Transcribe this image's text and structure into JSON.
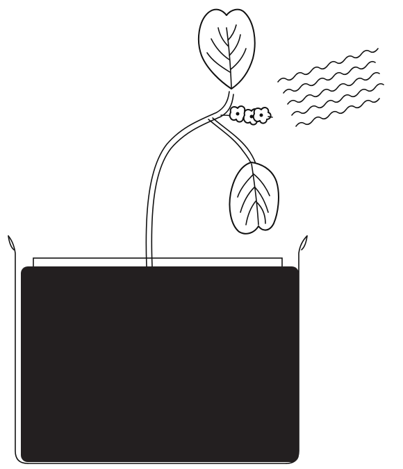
{
  "colors": {
    "background": "#ffffff",
    "ink": "#111111",
    "soil": "#231f20"
  },
  "parts": {
    "container": "beaker-outline",
    "medium": "dark-soil-block",
    "plant": "seedling-with-two-leaves-and-flower-cluster",
    "radiation": "wavy-lines"
  },
  "wavy_line_count": 5
}
